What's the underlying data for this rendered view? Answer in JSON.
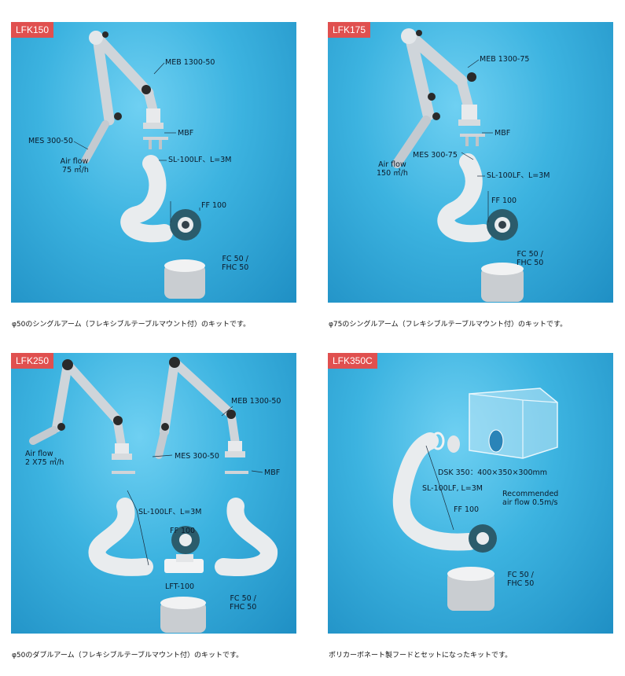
{
  "panels": [
    {
      "badge": "LFK150",
      "labels": {
        "arm": "MEB 1300-50",
        "mount": "MBF",
        "extension": "MES 300-50",
        "airflow": "Air flow\n 75 ㎥/h",
        "hose": "SL-100LF、L=3M",
        "fan": "FF 100",
        "filter": "FC 50 /\nFHC 50"
      },
      "caption": "φ50のシングルアーム（フレキシブルテーブルマウント付）のキットです。"
    },
    {
      "badge": "LFK175",
      "labels": {
        "arm": "MEB 1300-75",
        "mount": "MBF",
        "extension": "MES 300-75",
        "airflow": "Air flow\n150 ㎥/h",
        "hose": "SL-100LF、L=3M",
        "fan": "FF 100",
        "filter": "FC 50 /\nFHC 50"
      },
      "caption": "φ75のシングルアーム（フレキシブルテーブルマウント付）のキットです。"
    },
    {
      "badge": "LFK250",
      "labels": {
        "arm": "MEB 1300-50",
        "airflow": "Air flow\n2 X75 ㎥/h",
        "extension": "MES 300-50",
        "mount": "MBF",
        "hose": "SL-100LF、L=3M",
        "fan": "FF 100",
        "tee": "LFT-100",
        "filter": "FC 50 /\nFHC 50"
      },
      "caption": "φ50のダブルアーム（フレキシブルテーブルマウント付）のキットです。"
    },
    {
      "badge": "LFK350C",
      "labels": {
        "hood": "DSK 350：400×350×300mm",
        "hose": "SL-100LF, L=3M",
        "recommended": "Recommended\nair flow 0.5m/s",
        "fan": "FF 100",
        "filter": "FC 50 /\nFHC 50"
      },
      "caption": "ポリカーボネート製フードとセットになったキットです。"
    }
  ]
}
